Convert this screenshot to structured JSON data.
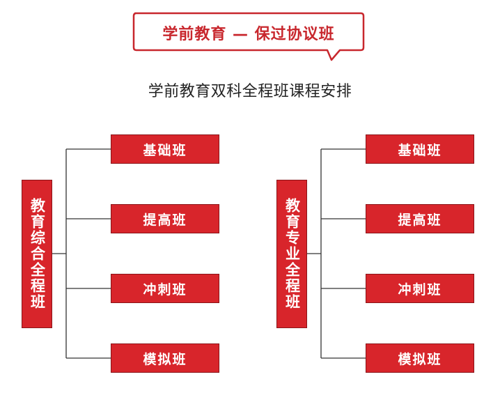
{
  "banner": {
    "text": "学前教育 — 保过协议班",
    "border_color": "#c8272d"
  },
  "subtitle": "学前教育双科全程班课程安排",
  "colors": {
    "box_fill": "#d8252b",
    "box_border": "#8a1418",
    "line": "#333333"
  },
  "trees": [
    {
      "root": "教育综合全程班",
      "children": [
        "基础班",
        "提高班",
        "冲刺班",
        "模拟班"
      ]
    },
    {
      "root": "教育专业全程班",
      "children": [
        "基础班",
        "提高班",
        "冲刺班",
        "模拟班"
      ]
    }
  ]
}
